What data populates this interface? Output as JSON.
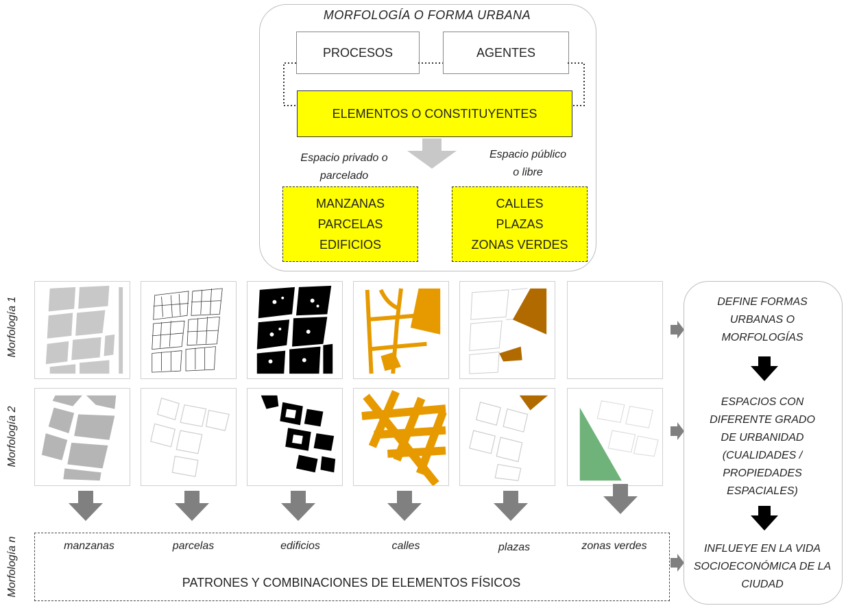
{
  "top": {
    "title": "MORFOLOGÍA O FORMA URBANA",
    "procesos": "PROCESOS",
    "agentes": "AGENTES",
    "elementos": "ELEMENTOS O CONSTITUYENTES",
    "privado_line1": "Espacio privado o",
    "privado_line2": "parcelado",
    "publico_line1": "Espacio público",
    "publico_line2": "o libre",
    "left_items": [
      "MANZANAS",
      "PARCELAS",
      "EDIFICIOS"
    ],
    "right_items": [
      "CALLES",
      "PLAZAS",
      "ZONAS VERDES"
    ]
  },
  "rows": {
    "row1": "Morfología 1",
    "row2": "Morfología 2",
    "rown": "Morfología n"
  },
  "right": {
    "b1": [
      "DEFINE FORMAS",
      "URBANAS O",
      "MORFOLOGÍAS"
    ],
    "b2": [
      "ESPACIOS CON",
      "DIFERENTE GRADO",
      "DE URBANIDAD",
      "(CUALIDADES /",
      "PROPIEDADES",
      "ESPACIALES)"
    ],
    "b3": [
      "INFLUEYE EN LA VIDA",
      "SOCIOECONÓMICA DE LA",
      "CIUDAD"
    ]
  },
  "bottom": {
    "labels": [
      "manzanas",
      "parcelas",
      "edificios",
      "calles",
      "plazas",
      "zonas verdes"
    ],
    "title": "PATRONES Y COMBINACIONES DE ELEMENTOS FÍSICOS"
  },
  "colors": {
    "yellow": "#ffff00",
    "orange": "#e69a00",
    "brown": "#b06a00",
    "green": "#6fb37a",
    "gray_block": "#c8c8c8",
    "arrow_gray": "#808080"
  }
}
